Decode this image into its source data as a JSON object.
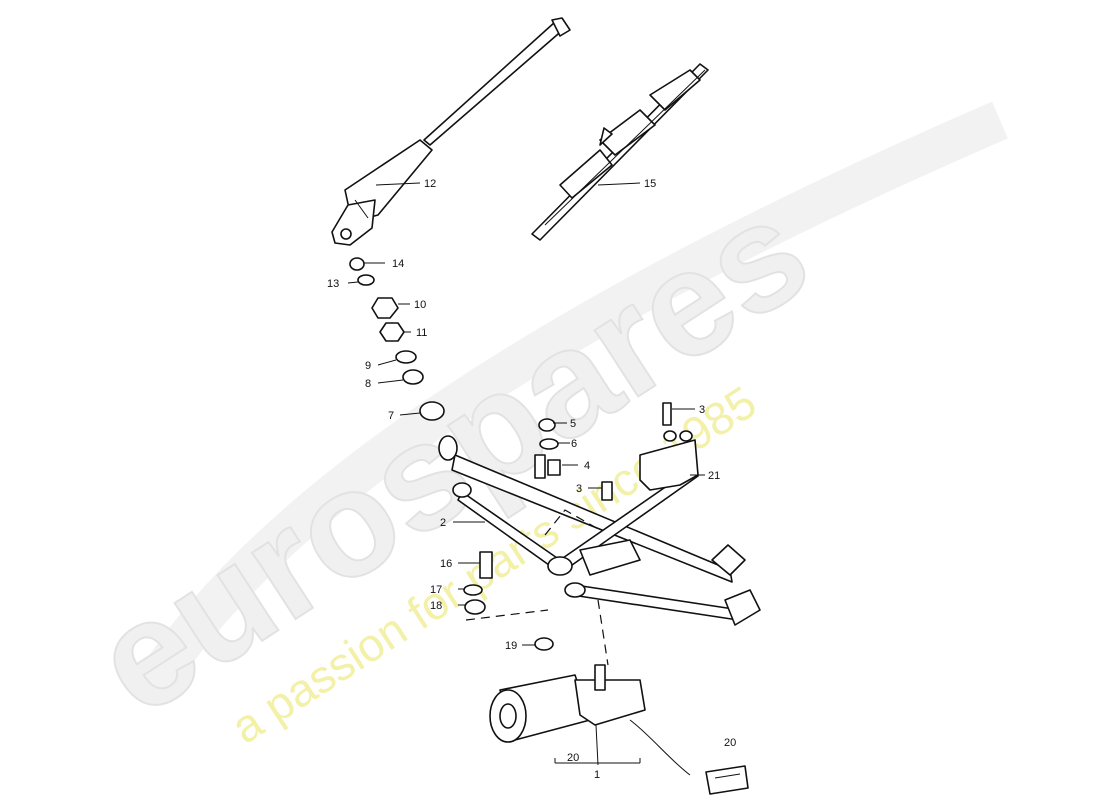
{
  "watermark": {
    "brand": "eurospares",
    "tagline": "a passion for parts since 1985"
  },
  "callouts": {
    "c1": "1",
    "c2": "2",
    "c3a": "3",
    "c3b": "3",
    "c4": "4",
    "c5": "5",
    "c6": "6",
    "c7": "7",
    "c8": "8",
    "c9": "9",
    "c10": "10",
    "c11": "11",
    "c12": "12",
    "c13": "13",
    "c14": "14",
    "c15": "15",
    "c16": "16",
    "c17": "17",
    "c18": "18",
    "c19": "19",
    "c20a": "20",
    "c20b": "20",
    "c21": "21"
  }
}
